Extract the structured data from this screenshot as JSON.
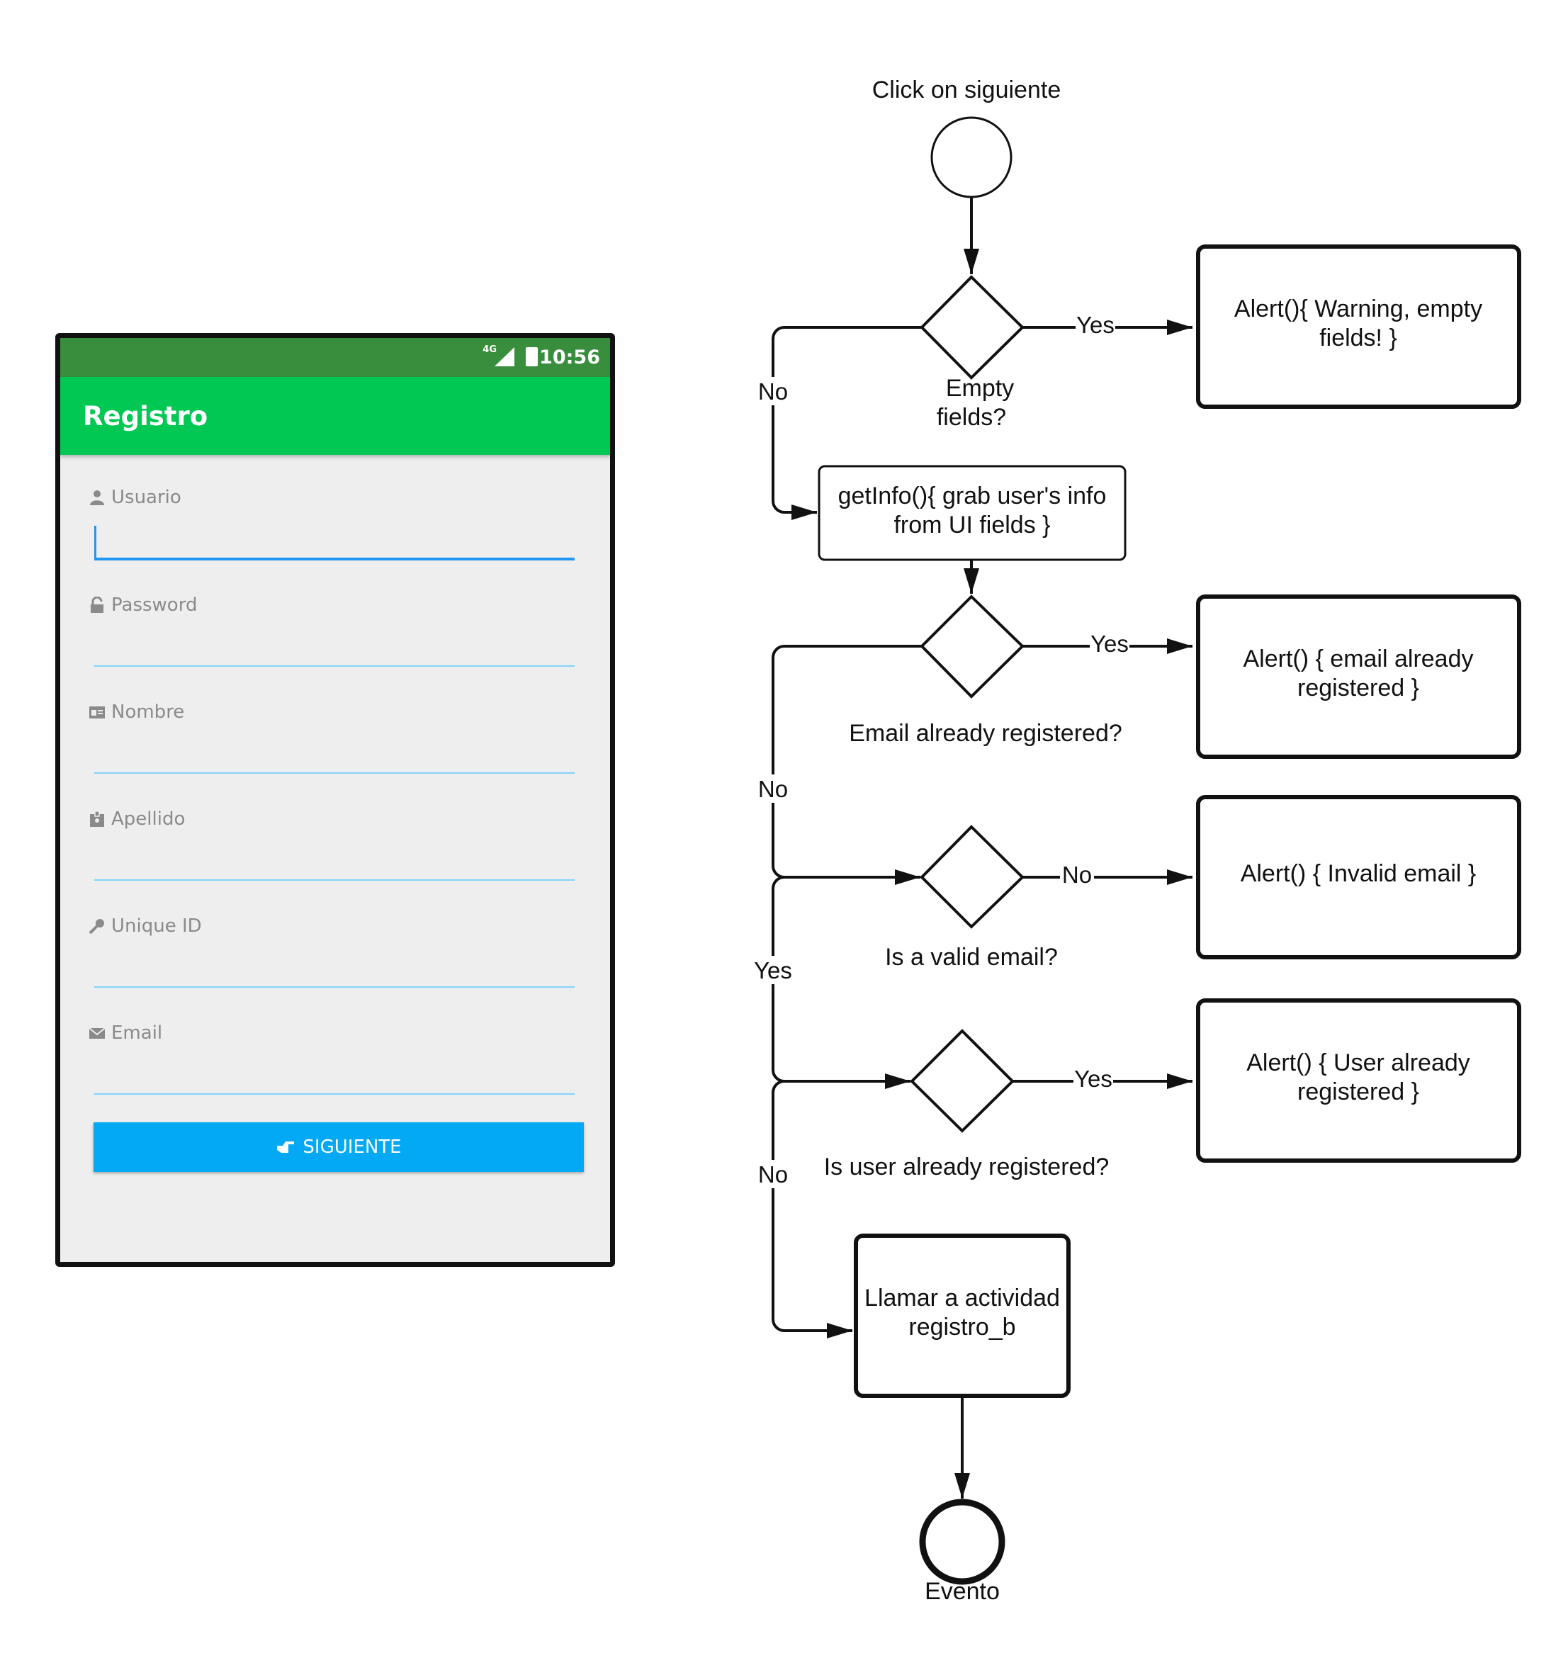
{
  "phone": {
    "status": {
      "network": "4G",
      "time": "10:56"
    },
    "appbar_title": "Registro",
    "fields": [
      {
        "label": "Usuario",
        "icon": "person-icon"
      },
      {
        "label": "Password",
        "icon": "lock-icon"
      },
      {
        "label": "Nombre",
        "icon": "id-card-icon"
      },
      {
        "label": "Apellido",
        "icon": "badge-icon"
      },
      {
        "label": "Unique ID",
        "icon": "key-icon"
      },
      {
        "label": "Email",
        "icon": "envelope-icon"
      }
    ],
    "button_label": "SIGUIENTE",
    "colors": {
      "status": "#388e3c",
      "appbar": "#00c853",
      "button": "#03a9f4",
      "underline": "#81d4fa"
    }
  },
  "flow": {
    "start_label": "Click on siguiente",
    "d1": {
      "label1": "Empty",
      "label2": "fields?"
    },
    "yes": "Yes",
    "no": "No",
    "alert_empty": {
      "line1": "Alert(){ Warning, empty",
      "line2": "fields! }"
    },
    "getinfo": {
      "line1": "getInfo(){ grab user's info",
      "line2": "from UI fields }"
    },
    "d2_label": "Email already registered?",
    "alert_email_registered": {
      "line1": "Alert() { email already",
      "line2": "registered }"
    },
    "d3_label": "Is a valid email?",
    "alert_invalid_email": "Alert() { Invalid email }",
    "d4_label": "Is user already registered?",
    "alert_user_registered": {
      "line1": "Alert() { User already",
      "line2": "registered }"
    },
    "llamar": {
      "line1": "Llamar a actividad",
      "line2": "registro_b"
    },
    "end_label": "Evento"
  }
}
